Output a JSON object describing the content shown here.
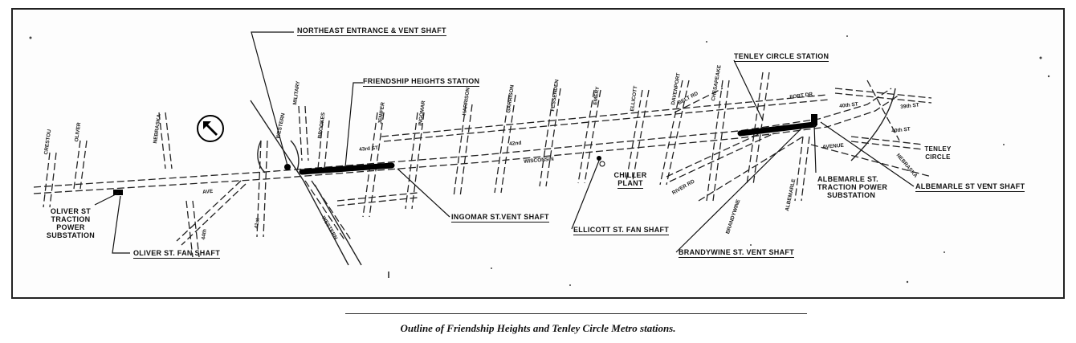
{
  "labels": {
    "northeast_entrance": "NORTHEAST ENTRANCE & VENT SHAFT",
    "friendship_heights_station": "FRIENDSHIP HEIGHTS STATION",
    "tenley_circle_station": "TENLEY CIRCLE STATION",
    "oliver_traction_1": "OLIVER ST",
    "oliver_traction_2": "TRACTION",
    "oliver_traction_3": "POWER",
    "oliver_traction_4": "SUBSTATION",
    "oliver_fan_shaft": "OLIVER ST. FAN SHAFT",
    "ingomar_vent_shaft": "INGOMAR ST.VENT SHAFT",
    "ellicott_fan_shaft": "ELLICOTT ST. FAN SHAFT",
    "chiller_plant_1": "CHILLER",
    "chiller_plant_2": "PLANT",
    "brandywine_vent_shaft": "BRANDYWINE ST. VENT SHAFT",
    "albemarle_traction_1": "ALBEMARLE ST.",
    "albemarle_traction_2": "TRACTION POWER",
    "albemarle_traction_3": "SUBSTATION",
    "albemarle_vent_shaft": "ALBEMARLE ST VENT SHAFT",
    "tenley_circle_1": "TENLEY",
    "tenley_circle_2": "CIRCLE"
  },
  "streets": {
    "crestou": "CRESTOU",
    "oliver": "OLIVER",
    "ingomar": "INGOMAR",
    "jenifer": "JENIFER",
    "harrison": "HARRISON",
    "garrison": "GARRISON",
    "fessenden": "FESSENDEN",
    "emery": "EMERY",
    "ellicott": "ELLICOTT",
    "davenport": "DAVENPORT",
    "chesapeake": "CHESAPEAKE",
    "belt_rd": "BELT RD",
    "fort_dr": "FORT DR",
    "wisconsin": "WISCONSIN",
    "river_rd": "RIVER RD",
    "brandywine": "BRANDYWINE",
    "albemarle": "ALBEMARLE",
    "western": "WESTERN",
    "military": "MILITARY",
    "brookes": "BROOKES",
    "st_43rd": "43rd ST",
    "st_42nd": "42nd",
    "st_40th": "40th ST",
    "st_39th": "39th ST",
    "nebraska": "NEBRASKA",
    "st_41st": "41st",
    "st_44th": "44th",
    "avenue": "AVENUE",
    "ave_label": "AVE"
  },
  "caption": "Outline of Friendship Heights and Tenley Circle Metro stations."
}
